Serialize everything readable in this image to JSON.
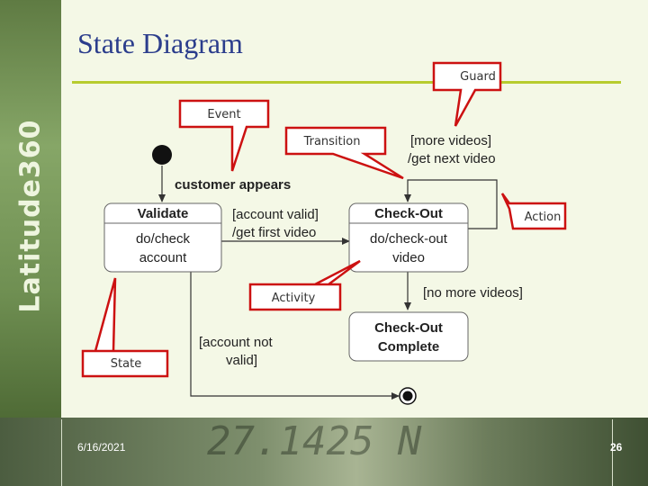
{
  "slide": {
    "title": "State Diagram",
    "brand": "Latitude360",
    "date": "6/16/2021",
    "page": "26",
    "footer_digits": "27.1425 N"
  },
  "diagram": {
    "states": {
      "validate": {
        "name": "Validate",
        "activity_line1": "do/check",
        "activity_line2": "account"
      },
      "checkout": {
        "name": "Check-Out",
        "activity_line1": "do/check-out",
        "activity_line2": "video"
      },
      "complete": {
        "name_line1": "Check-Out",
        "name_line2": "Complete"
      }
    },
    "transitions": {
      "start_event": "customer appears",
      "valid_line1": "[account valid]",
      "valid_line2": "/get first video",
      "more_line1": "[more videos]",
      "more_line2": "/get next video",
      "no_more": "[no more videos]",
      "not_valid_line1": "[account not",
      "not_valid_line2": "valid]"
    },
    "callouts": {
      "guard": "Guard",
      "event": "Event",
      "transition": "Transition",
      "action": "Action",
      "activity": "Activity",
      "state": "State"
    },
    "colors": {
      "callout_border": "#cc1111",
      "title": "#2b3d8c",
      "accent_rule": "#b7cc2e"
    }
  }
}
